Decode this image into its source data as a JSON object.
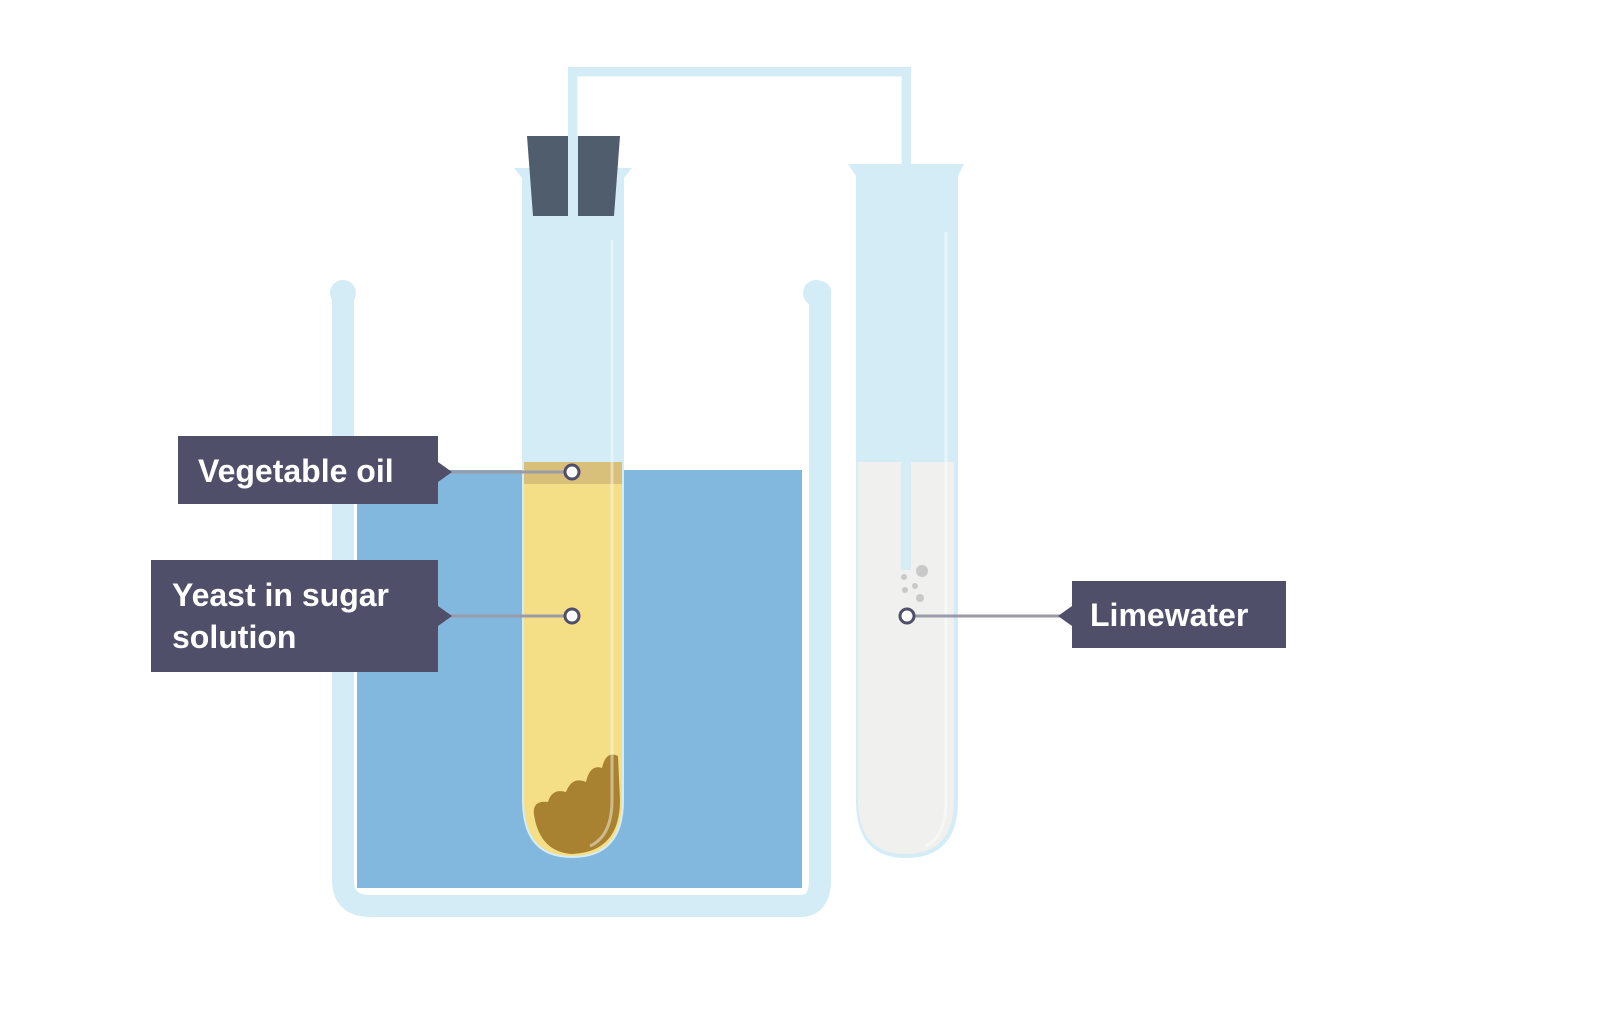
{
  "labels": {
    "vegetable_oil": "Vegetable oil",
    "yeast_line1": "Yeast in sugar",
    "yeast_line2": "solution",
    "limewater": "Limewater"
  },
  "colors": {
    "glass": "#d4ecf5",
    "glass_edge": "#c2e3f0",
    "water_bath": "#82b8de",
    "yeast_solution": "#f5df86",
    "oil_layer": "#d9c07a",
    "yeast_sediment": "#a88230",
    "stopper": "#4f5d6c",
    "limewater": "#f0f0ef",
    "label_bg": "#4f4f6a",
    "leader_line": "#9a9aa8"
  }
}
